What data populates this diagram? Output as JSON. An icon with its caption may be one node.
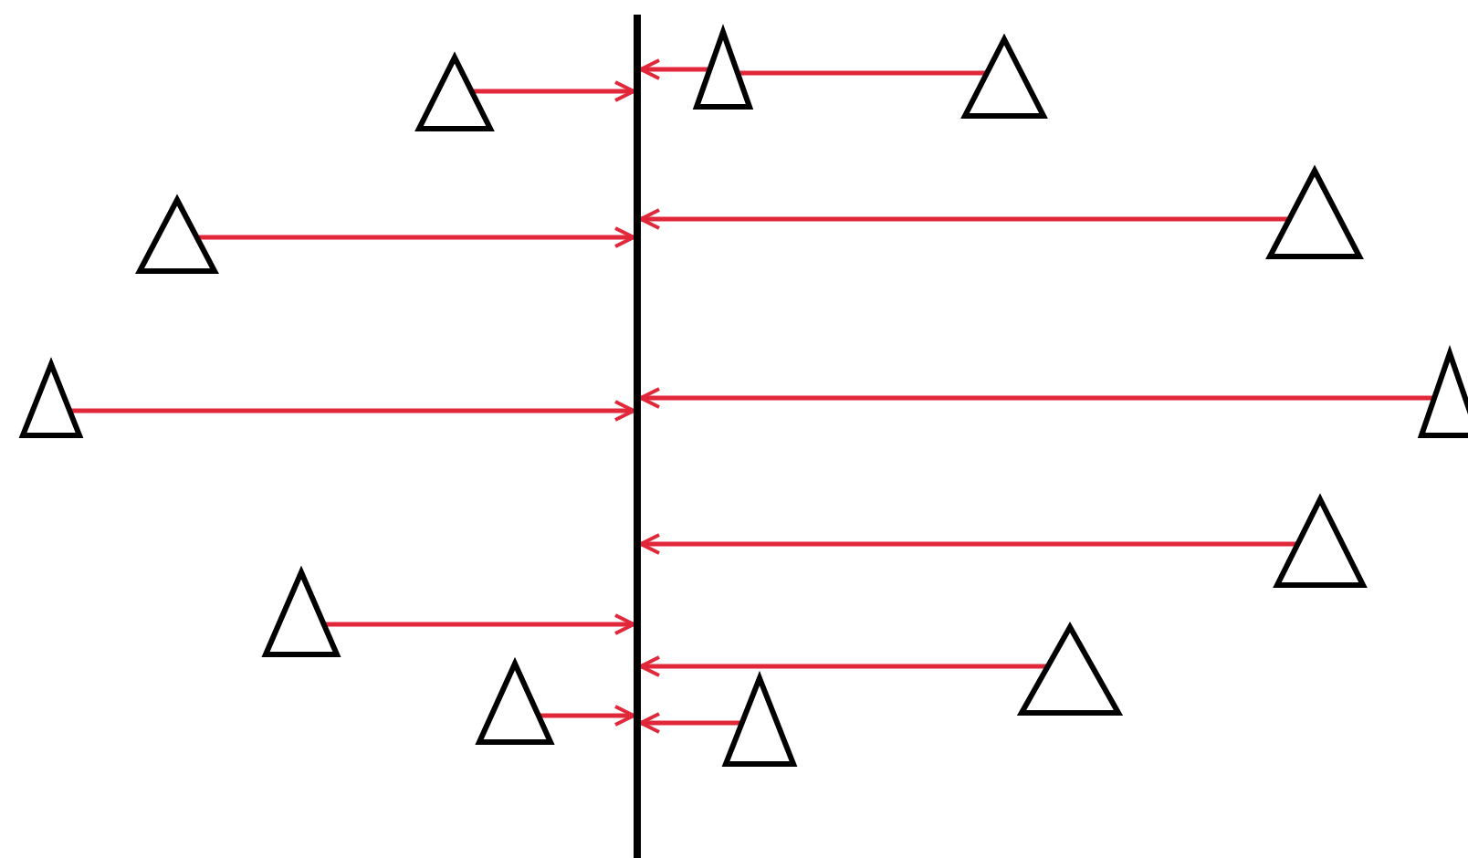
{
  "diagram": {
    "nodes": [
      {
        "text": [],
        "shape": "line"
      },
      {
        "text": [],
        "shape": "triangle"
      },
      {
        "text": [],
        "shape": "triangle"
      },
      {
        "text": [],
        "shape": "triangle"
      },
      {
        "text": [],
        "shape": "triangle"
      },
      {
        "text": [],
        "shape": "triangle"
      },
      {
        "text": [],
        "shape": "triangle"
      },
      {
        "text": [],
        "shape": "triangle"
      },
      {
        "text": [],
        "shape": "triangle"
      },
      {
        "text": [],
        "shape": "triangle"
      },
      {
        "text": [],
        "shape": "triangle"
      },
      {
        "text": [],
        "shape": "triangle"
      },
      {
        "text": [],
        "shape": "triangle"
      }
    ],
    "edges": [
      {
        "from": 1,
        "to": 0,
        "arrow": "to"
      },
      {
        "from": 2,
        "to": 0,
        "arrow": "to"
      },
      {
        "from": 3,
        "to": 2,
        "arrow": "none"
      },
      {
        "from": 4,
        "to": 0,
        "arrow": "to"
      },
      {
        "from": 5,
        "to": 0,
        "arrow": "to"
      },
      {
        "from": 6,
        "to": 0,
        "arrow": "to"
      },
      {
        "from": 7,
        "to": 0,
        "arrow": "to"
      },
      {
        "from": 8,
        "to": 0,
        "arrow": "to"
      },
      {
        "from": 9,
        "to": 0,
        "arrow": "to"
      },
      {
        "from": 10,
        "to": 0,
        "arrow": "to"
      },
      {
        "from": 11,
        "to": 0,
        "arrow": "to"
      },
      {
        "from": 12,
        "to": 0,
        "arrow": "to"
      }
    ]
  }
}
